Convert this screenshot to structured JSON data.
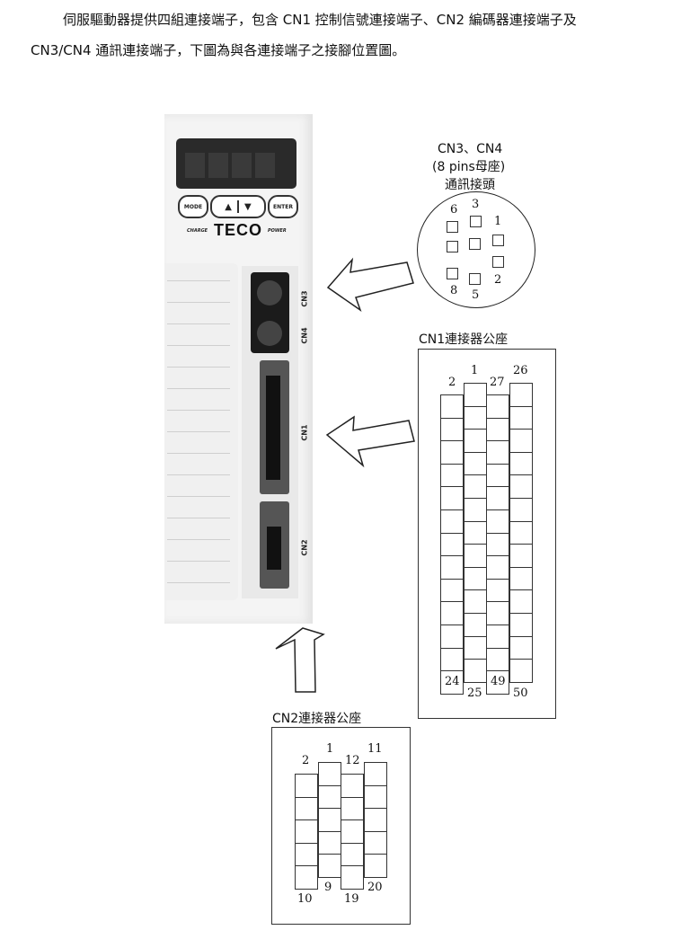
{
  "intro": {
    "line1": "伺服驅動器提供四組連接端子，包含 CN1 控制信號連接端子、CN2 編碼器連接端子及",
    "line2": "CN3/CN4 通訊連接端子，下圖為與各連接端子之接腳位置圖。"
  },
  "drive": {
    "mode_label": "MODE",
    "enter_label": "ENTER",
    "up_icon": "▲",
    "down_icon": "▼",
    "charge_label": "CHARGE",
    "brand": "TECO",
    "power_label": "POWER",
    "ports": [
      "CN3",
      "CN4",
      "CN1",
      "CN2"
    ]
  },
  "cn34": {
    "title_line1": "CN3、CN4",
    "title_line2": "(8 pins母座)",
    "title_line3": "通訊接頭",
    "pins": [
      "6",
      "3",
      "1",
      "8",
      "5",
      "2"
    ]
  },
  "cn1": {
    "title": "CN1連接器公座",
    "top_pins": [
      "2",
      "1",
      "27",
      "26"
    ],
    "bottom_pins": [
      "24",
      "25",
      "49",
      "50"
    ]
  },
  "cn2": {
    "title": "CN2連接器公座",
    "top_pins": [
      "2",
      "1",
      "12",
      "11"
    ],
    "bottom_pins": [
      "10",
      "9",
      "19",
      "20"
    ]
  }
}
